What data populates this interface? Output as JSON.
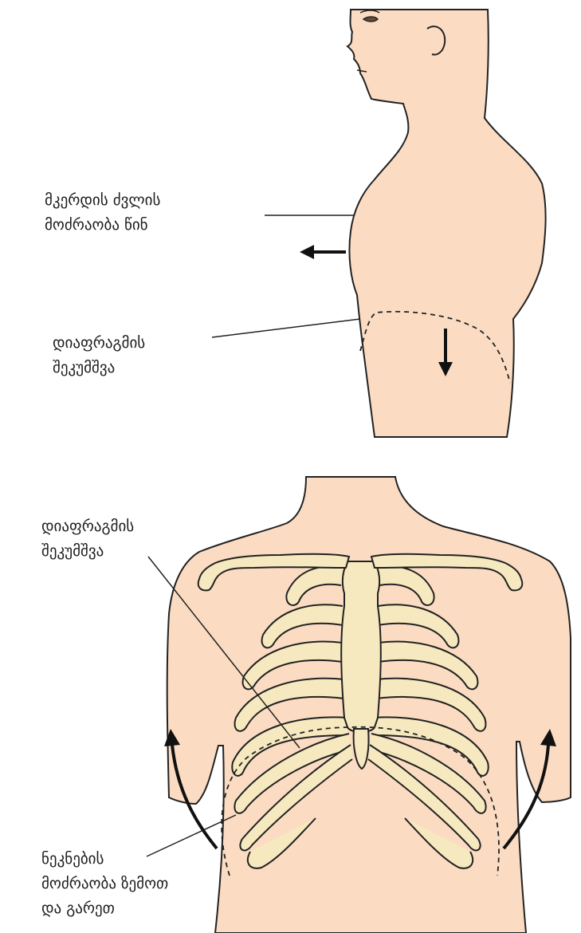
{
  "labels": {
    "sternum_movement": {
      "line1": "მკერდის ძვლის",
      "line2": "მოძრაობა წინ"
    },
    "diaphragm_contraction_side": {
      "line1": "დიაფრაგმის",
      "line2": "შეკუმშვა"
    },
    "diaphragm_contraction_front": {
      "line1": "დიაფრაგმის",
      "line2": "შეკუმშვა"
    },
    "rib_movement": {
      "line1": "ნეკნების",
      "line2": "მოძრაობა ზემოთ",
      "line3": "და გარეთ"
    }
  },
  "colors": {
    "skin": "#fbdcc3",
    "bone": "#f6e9bf",
    "outline": "#222222"
  }
}
